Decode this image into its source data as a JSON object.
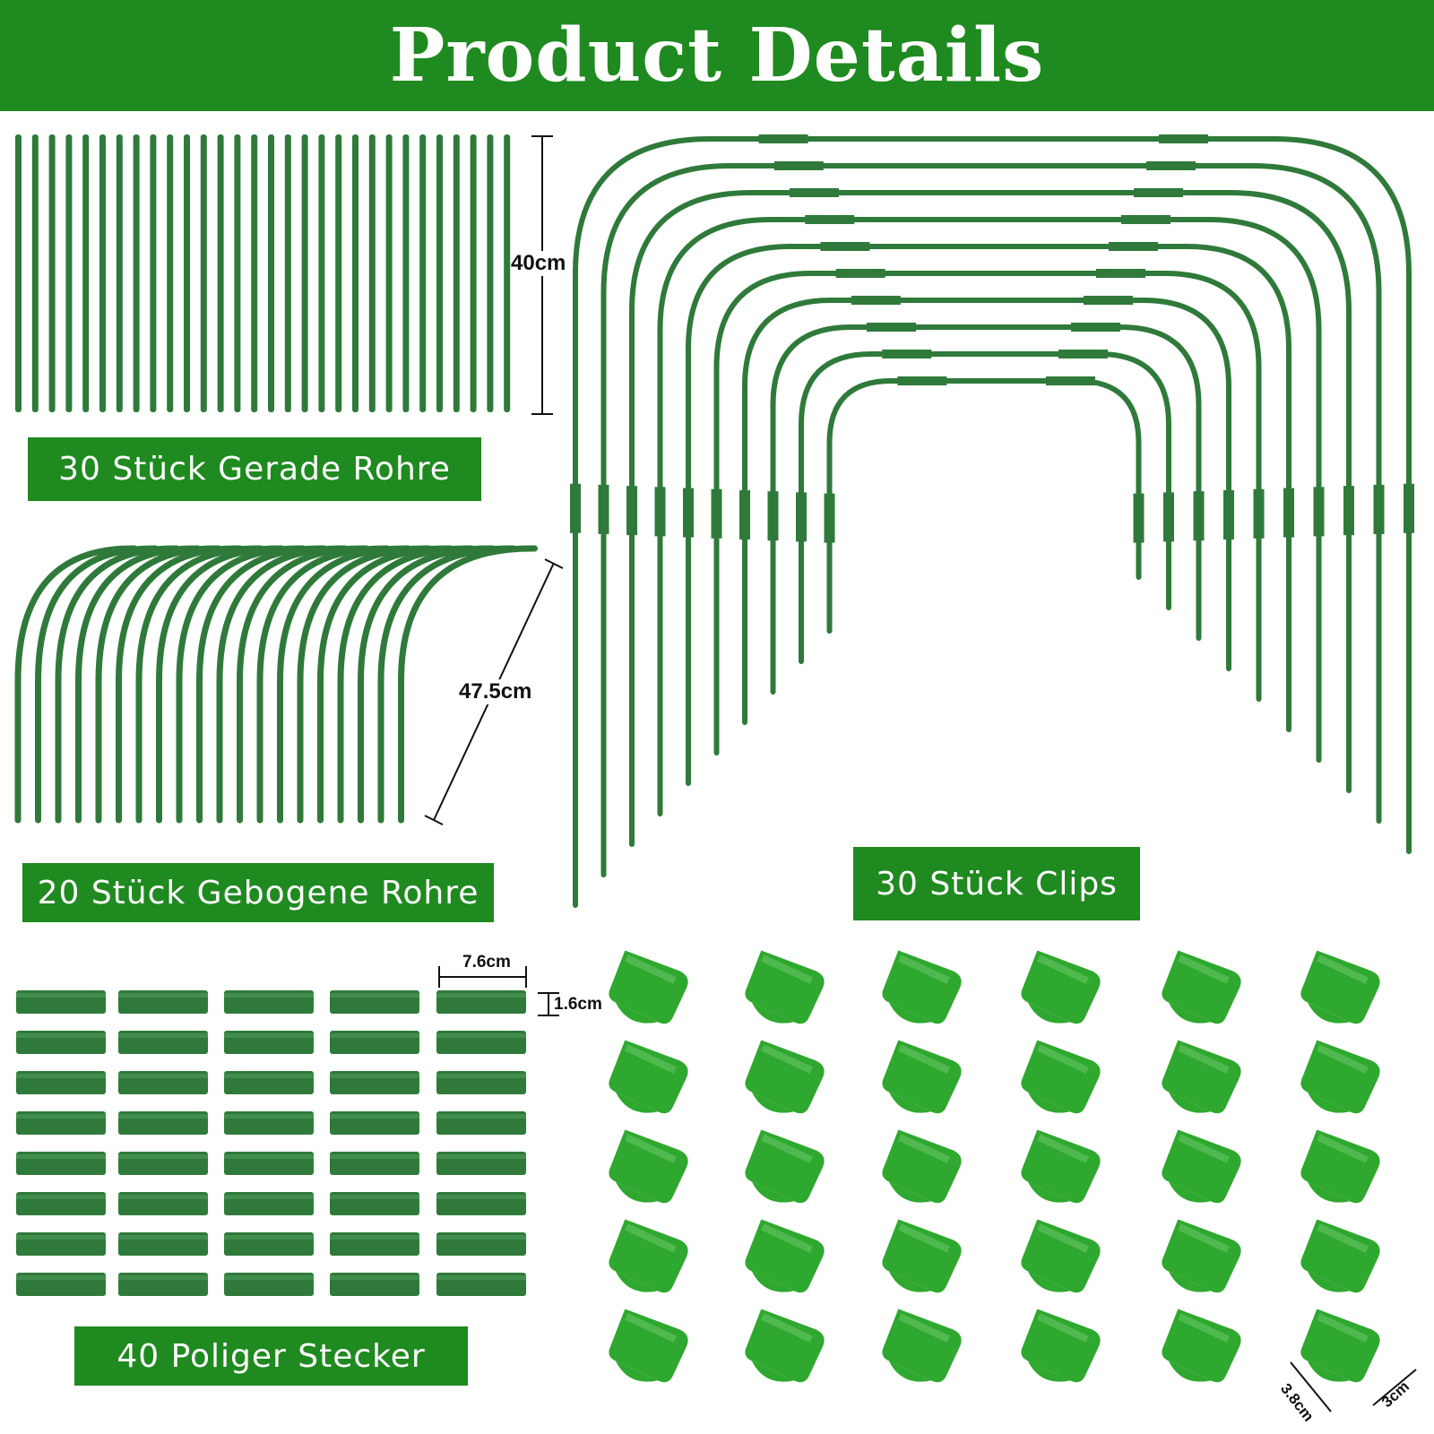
{
  "header": {
    "title": "Product Details"
  },
  "colors": {
    "brand_green": "#1f8a1f",
    "tube_green": "#2f7a3a",
    "clip_green": "#2ea82e"
  },
  "sections": {
    "straight_tubes": {
      "label": "30 Stück Gerade Rohre",
      "dimension": "40cm",
      "icon": "straight-tube-icon"
    },
    "bent_tubes": {
      "label": "20 Stück Gebogene Rohre",
      "dimension": "47.5cm",
      "icon": "bent-tube-icon"
    },
    "clips": {
      "label": "30 Stück Clips",
      "icon": "clip-icon",
      "dim_width": "3.8cm",
      "dim_height": "3cm"
    },
    "connectors": {
      "label": "40 Poliger Stecker",
      "icon": "connector-icon",
      "dim_length": "7.6cm",
      "dim_diameter": "1.6cm"
    }
  }
}
